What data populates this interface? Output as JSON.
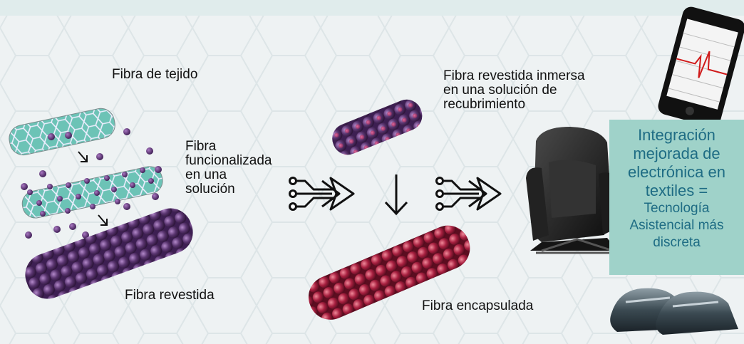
{
  "labels": {
    "fabric_fiber": "Fibra de tejido",
    "functionalized_fiber": [
      "Fibra",
      "funcionalizada",
      "en una",
      "solución"
    ],
    "coated_fiber": "Fibra revestida",
    "immersed_fiber": [
      "Fibra revestida inmersa",
      "en una solución de",
      "recubrimiento"
    ],
    "encapsulated_fiber": "Fibra encapsulada"
  },
  "panel": {
    "lines_large": [
      "Integración",
      "mejorada de",
      "electrónica en",
      "textiles ="
    ],
    "lines_small": [
      "Tecnología",
      "Asistencial más",
      "discreta"
    ]
  },
  "colors": {
    "fabric_fiber": "#6cc3b6",
    "coated_fiber": "#5a3570",
    "encapsulated_fiber": "#a82040",
    "panel_bg": "#9fd2c9",
    "panel_text": "#1e6c84"
  },
  "icons": [
    "circuit-arrow-icon",
    "circuit-arrow-icon",
    "down-arrow-icon"
  ],
  "products": [
    "smartphone",
    "lift-recliner-chair",
    "shoes"
  ]
}
